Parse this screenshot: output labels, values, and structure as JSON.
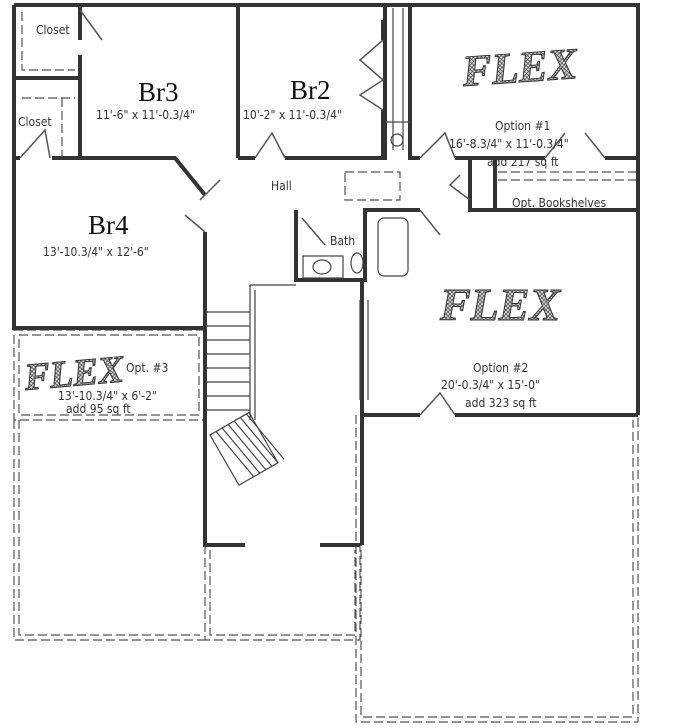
{
  "rooms": {
    "br3": {
      "name": "Br3",
      "dims": "11'-6\" x 11'-0.3/4\""
    },
    "br2": {
      "name": "Br2",
      "dims": "10'-2\" x 11'-0.3/4\""
    },
    "br4": {
      "name": "Br4",
      "dims": "13'-10.3/4\" x 12'-6\""
    },
    "closet_top": "Closet",
    "closet_mid": "Closet",
    "hall": "Hall",
    "bath": "Bath",
    "bookshelves": "Opt. Bookshelves",
    "option1": {
      "name": "Option #1",
      "dims": "16'-8.3/4\" x 11'-0.3/4\"",
      "add": "add 217 sq ft"
    },
    "option2": {
      "name": "Option #2",
      "dims": "20'-0.3/4\" x 15'-0\"",
      "add": "add 323 sq ft"
    },
    "option3": {
      "name": "Opt. #3",
      "dims": "13'-10.3/4\" x 6'-2\"",
      "add": "add 95 sq ft"
    }
  },
  "logo_text": "FLEX"
}
